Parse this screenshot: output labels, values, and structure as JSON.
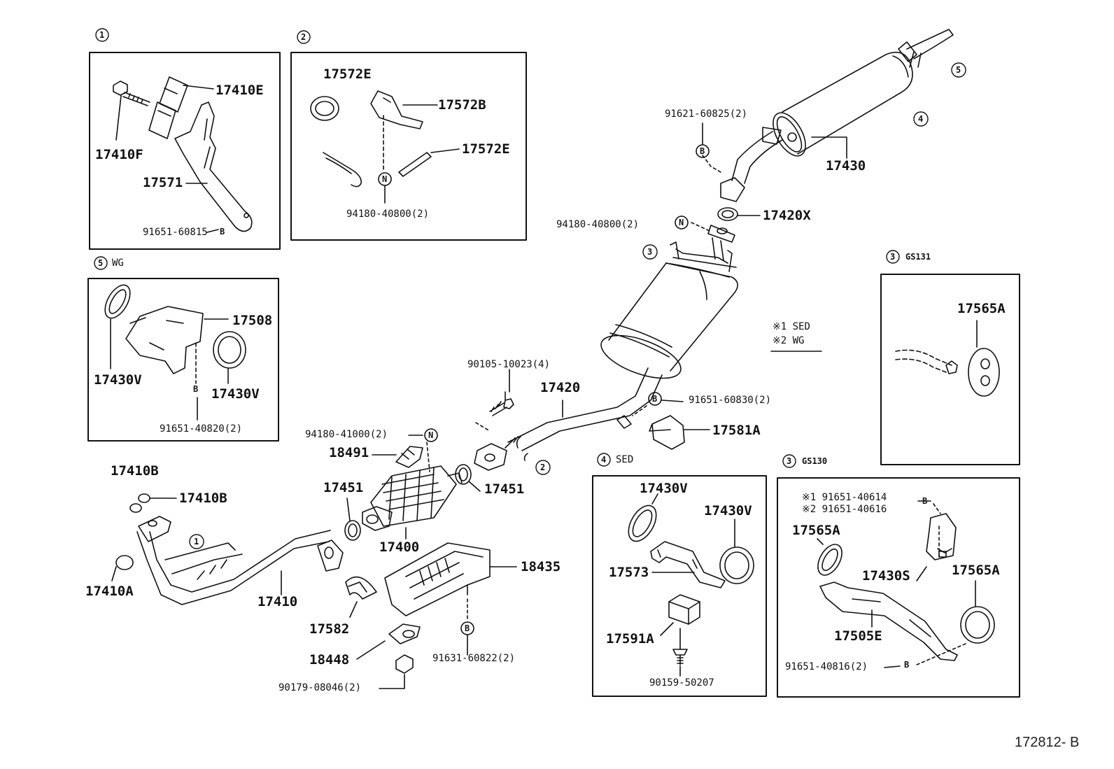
{
  "diagram": {
    "reference": "172812- B",
    "legend": {
      "l1": "※1 SED",
      "l2": "※2 WG"
    },
    "sections": {
      "s1": {
        "num": "1"
      },
      "s2": {
        "num": "2"
      },
      "s5": {
        "num": "5",
        "tag": "WG"
      },
      "s4": {
        "num": "4",
        "tag": "SED"
      },
      "s3a": {
        "num": "3",
        "tag": "GS131"
      },
      "s3b": {
        "num": "3",
        "tag": "GS130"
      }
    },
    "callouts": {
      "c5": "5",
      "c4": "4",
      "c3": "3",
      "c2": "2",
      "c1": "1"
    },
    "parts": {
      "p17410E": "17410E",
      "p17410F": "17410F",
      "p17571": "17571",
      "p91651_60815": "91651-60815",
      "p17572E_a": "17572E",
      "p17572B": "17572B",
      "p17572E_b": "17572E",
      "p94180_40800_a": "94180-40800(2)",
      "p91621_60825": "91621-60825(2)",
      "p17430": "17430",
      "p17420X": "17420X",
      "p94180_40800_b": "94180-40800(2)",
      "p17508": "17508",
      "p17430V_a": "17430V",
      "p17430V_b": "17430V",
      "p91651_40820": "91651-40820(2)",
      "p17565A_a": "17565A",
      "p90105_10023": "90105-10023(4)",
      "p17420": "17420",
      "p91651_60830": "91651-60830(2)",
      "p17581A": "17581A",
      "p94180_41000": "94180-41000(2)",
      "p18491": "18491",
      "p17451_a": "17451",
      "p17451_b": "17451",
      "p17400": "17400",
      "p17410B_a": "17410B",
      "p17410B_b": "17410B",
      "p17410A": "17410A",
      "p17410": "17410",
      "p18435": "18435",
      "p17582": "17582",
      "p18448": "18448",
      "p91631_60822": "91631-60822(2)",
      "p90179_08046": "90179-08046(2)",
      "p17430V_c": "17430V",
      "p17430V_d": "17430V",
      "p17573": "17573",
      "p17591A": "17591A",
      "p90159_50207": "90159-50207",
      "p91651_40614": "※1 91651-40614",
      "p91651_40616": "※2 91651-40616",
      "p17565A_b": "17565A",
      "p17430S": "17430S",
      "p17565A_c": "17565A",
      "p17505E": "17505E",
      "p91651_40816": "91651-40816(2)"
    },
    "markers": {
      "B": "B",
      "N": "N"
    }
  }
}
